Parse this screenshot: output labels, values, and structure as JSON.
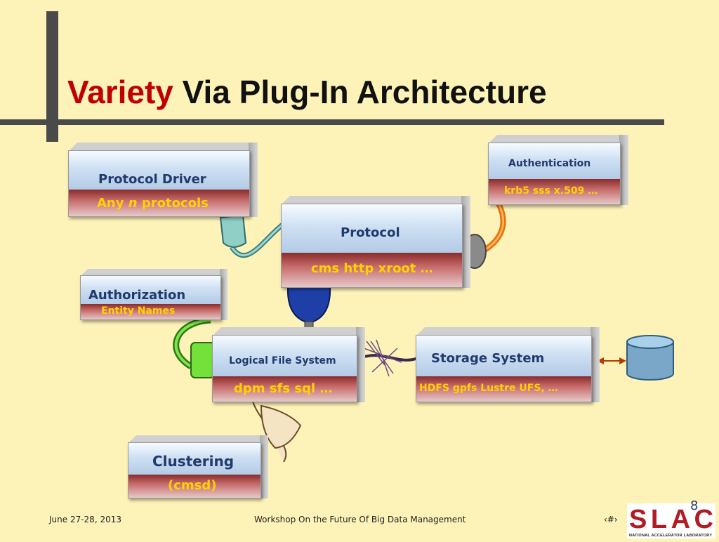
{
  "title": {
    "accent": "Variety",
    "rest": " Via Plug-In Architecture"
  },
  "boxes": {
    "protocol_driver": {
      "title": "Protocol Driver",
      "sub_pre": "Any ",
      "sub_italic": "n",
      "sub_post": " protocols"
    },
    "authentication": {
      "title": "Authentication",
      "sub": "krb5 sss x.509 …"
    },
    "protocol": {
      "title": "Protocol",
      "sub": "cms http xroot …"
    },
    "authorization": {
      "title": "Authorization",
      "sub": "Entity Names"
    },
    "logical_fs": {
      "title": "Logical File System",
      "sub": "dpm sfs sql …"
    },
    "storage": {
      "title": "Storage System",
      "sub": "HDFS gpfs Lustre UFS, …"
    },
    "clustering": {
      "title": "Clustering",
      "sub": "(cmsd)"
    }
  },
  "footer": {
    "date": "June 27-28, 2013",
    "workshop": "Workshop On the Future Of Big Data Management",
    "page_marker": "‹#›",
    "slide_number": "8"
  },
  "logo": {
    "text": "SLAC",
    "subtext": "NATIONAL ACCELERATOR LABORATORY"
  },
  "colors": {
    "background": "#fdf3b8",
    "title_accent": "#c00000",
    "box_label": "#1f3a6e",
    "box_sub": "#ffd200",
    "logo_red": "#b01c24"
  }
}
